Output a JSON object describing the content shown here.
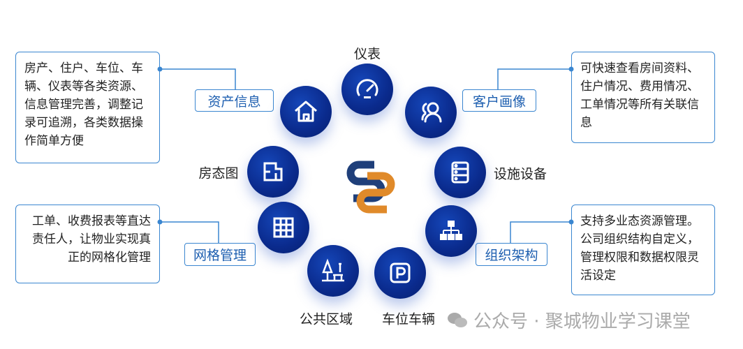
{
  "title_top": "仪表",
  "nodes": {
    "meter": "仪表",
    "room_status": "房态图",
    "facility": "设施设备",
    "public_area": "公共区域",
    "parking": "车位车辆"
  },
  "tags": {
    "asset_info": "资产信息",
    "customer_profile": "客户画像",
    "grid_management": "网格管理",
    "org_structure": "组织架构"
  },
  "boxes": {
    "asset_info": "房产、住户、车位、车辆、仪表等各类资源、信息管理完善，调整记录可追溯，各类数据操作简单方便",
    "customer_profile": "可快速查看房间资料、住户情况、费用情况、工单情况等所有关联信息",
    "grid_management": "工单、收费报表等直达责任人，让物业实现真正的网格化管理",
    "org_structure": "支持多业态资源管理。公司组织结构自定义，管理权限和数据权限灵活设定"
  },
  "watermark": "公众号 · 聚城物业学习课堂",
  "colors": {
    "circle": "#0a2a8c",
    "accent": "#3a86d0",
    "logo_blue": "#1f3f7a",
    "logo_orange": "#e08a2a"
  }
}
